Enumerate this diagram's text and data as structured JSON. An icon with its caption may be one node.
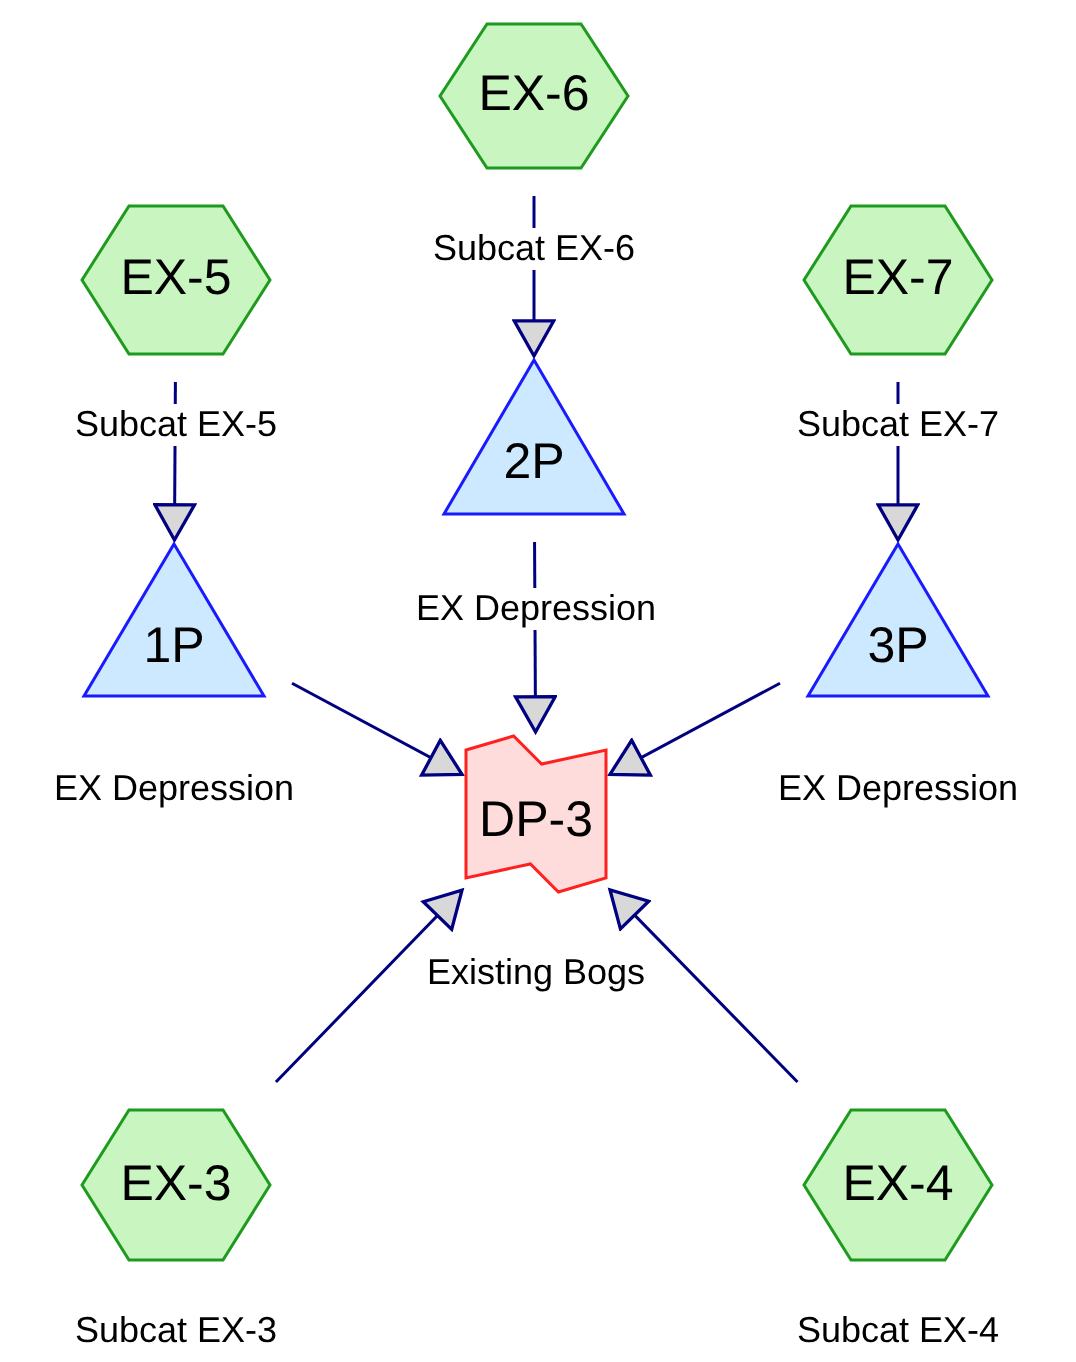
{
  "diagram": {
    "nodes": [
      {
        "text": [
          "EX-6"
        ],
        "beside": [
          "Subcat EX-6"
        ]
      },
      {
        "text": [
          "EX-5"
        ],
        "beside": [
          "Subcat EX-5"
        ]
      },
      {
        "text": [
          "EX-7"
        ],
        "beside": [
          "Subcat EX-7"
        ]
      },
      {
        "text": [
          "2P"
        ],
        "beside": [
          "EX Depression"
        ]
      },
      {
        "text": [
          "1P"
        ],
        "beside": [
          "EX Depression"
        ]
      },
      {
        "text": [
          "3P"
        ],
        "beside": [
          "EX Depression"
        ]
      },
      {
        "text": [
          "DP-3"
        ],
        "beside": [
          "Existing Bogs"
        ]
      },
      {
        "text": [
          "EX-3"
        ],
        "beside": [
          "Subcat EX-3"
        ]
      },
      {
        "text": [
          "EX-4"
        ],
        "beside": [
          "Subcat EX-4"
        ]
      }
    ],
    "edges": [
      {
        "from": 0,
        "to": 3,
        "arrow": "to"
      },
      {
        "from": 1,
        "to": 4,
        "arrow": "to"
      },
      {
        "from": 2,
        "to": 5,
        "arrow": "to"
      },
      {
        "from": 3,
        "to": 6,
        "arrow": "to"
      },
      {
        "from": 4,
        "to": 6,
        "arrow": "to"
      },
      {
        "from": 5,
        "to": 6,
        "arrow": "to"
      },
      {
        "from": 7,
        "to": 6,
        "arrow": "to"
      },
      {
        "from": 8,
        "to": 6,
        "arrow": "to"
      }
    ]
  }
}
